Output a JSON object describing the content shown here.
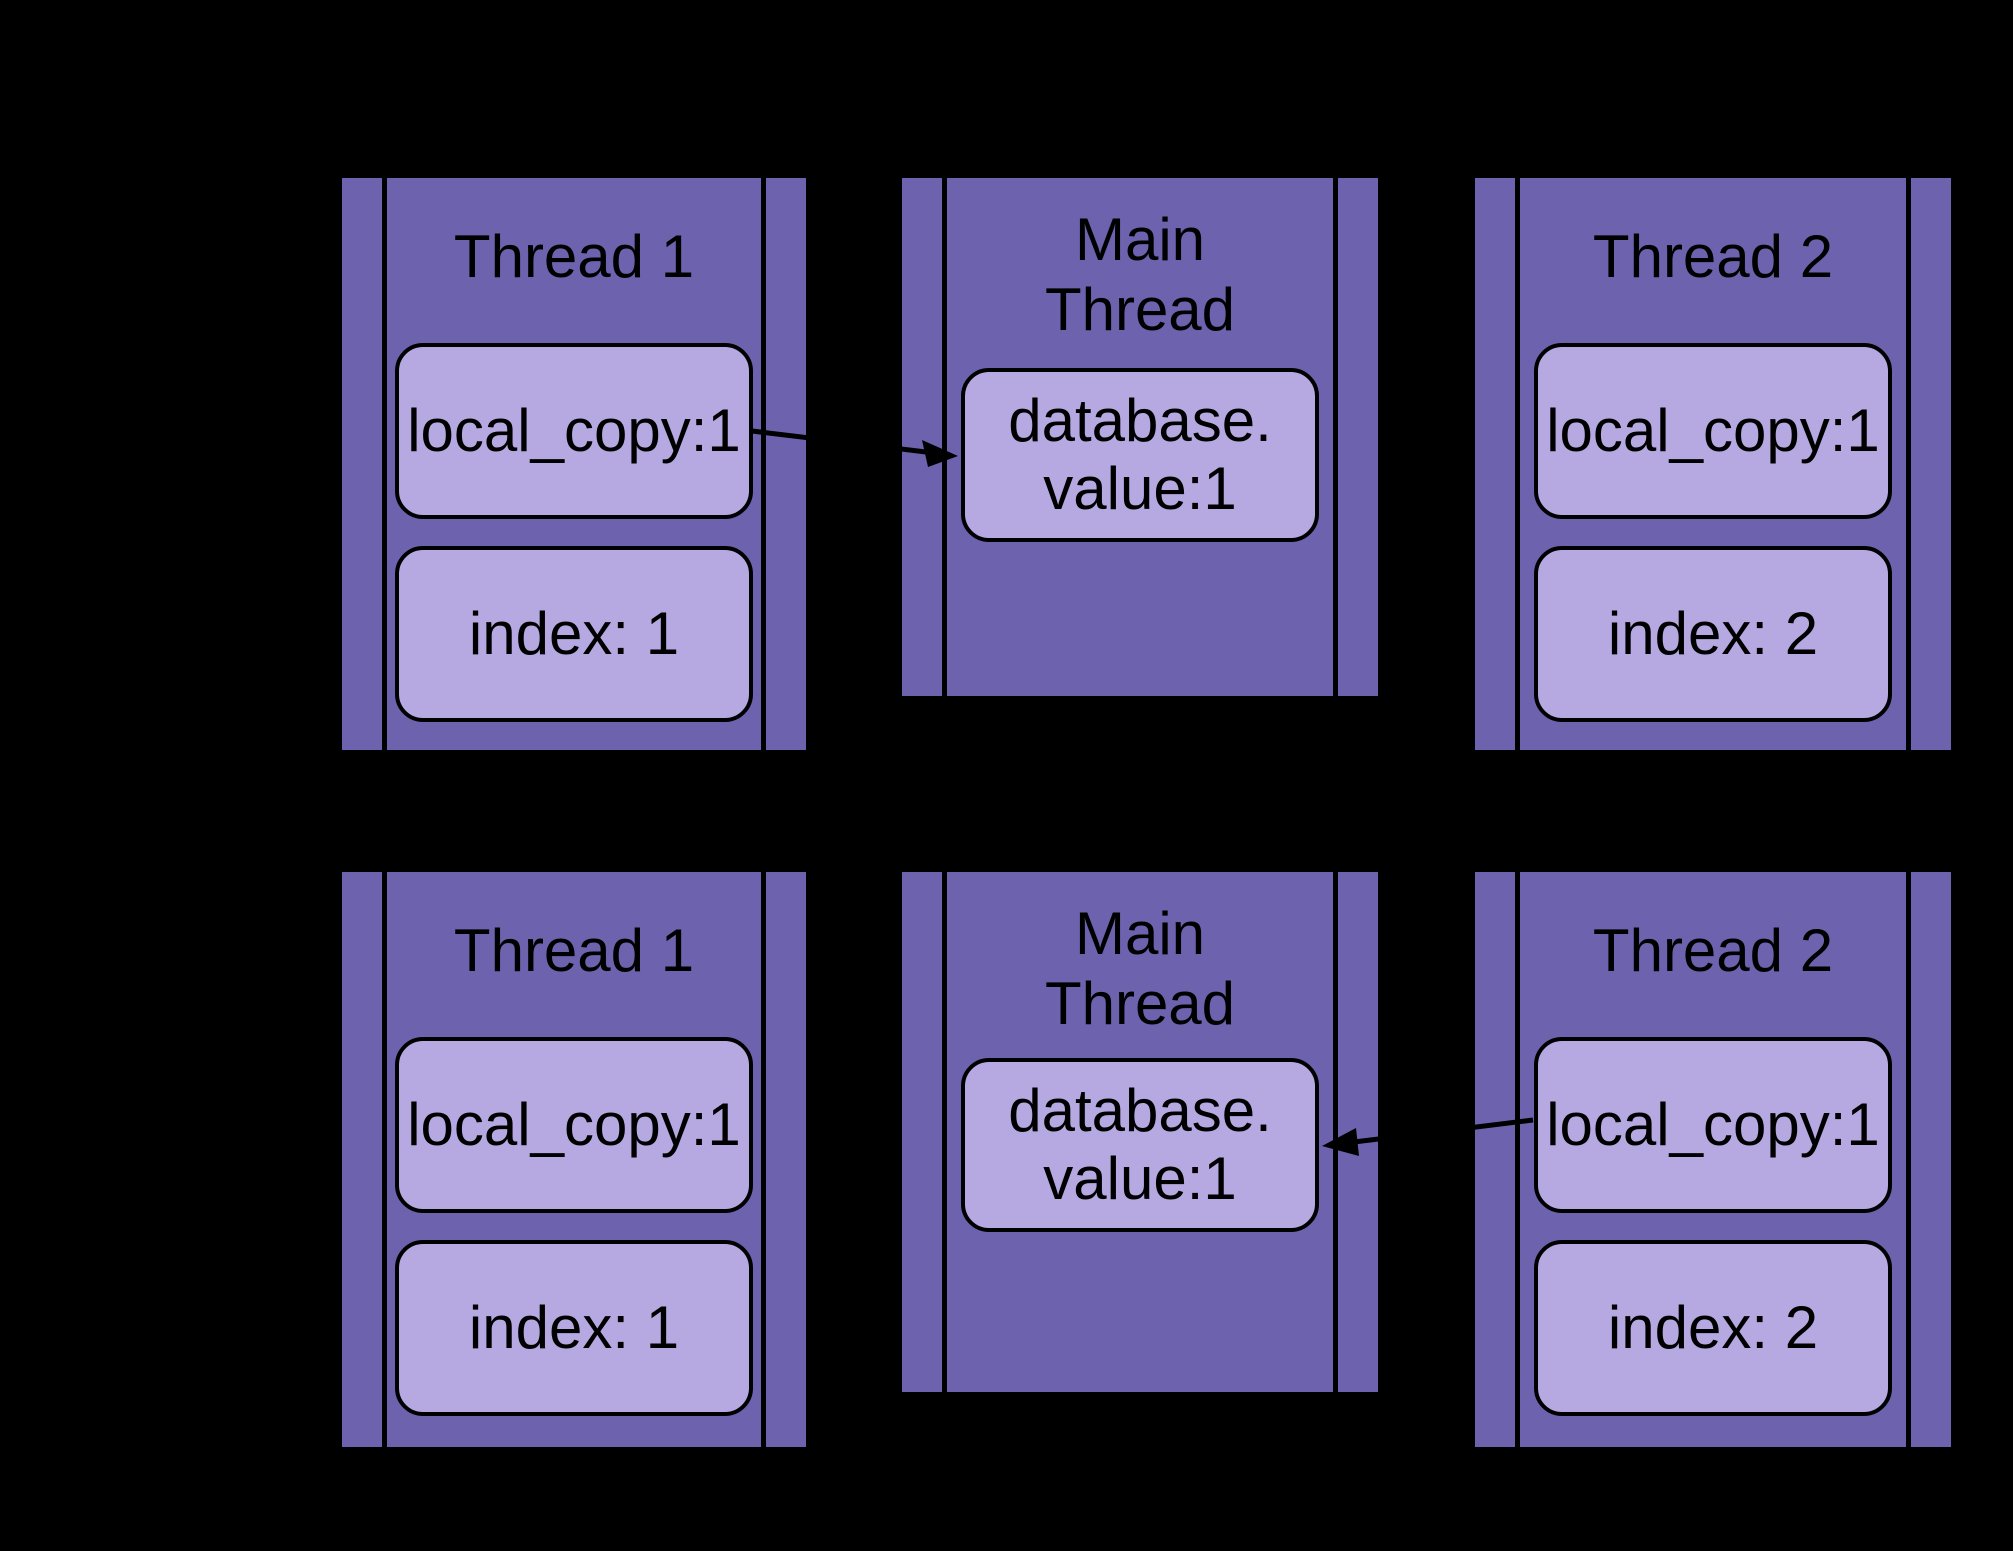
{
  "diagram": {
    "description": "Two snapshots of threads copying a shared value: each thread holds local_copy and index; the Main Thread holds database.value",
    "colors": {
      "background": "#000000",
      "panel": "#6c62ae",
      "node": "#b6a9e2",
      "line": "#000000",
      "text": "#000000"
    },
    "rows": [
      {
        "panels": [
          {
            "title_lines": [
              "Thread 1"
            ],
            "nodes": [
              {
                "lines": [
                  "local_copy:1"
                ]
              },
              {
                "lines": [
                  "index: 1"
                ]
              }
            ]
          },
          {
            "title_lines": [
              "Main",
              "Thread"
            ],
            "nodes": [
              {
                "lines": [
                  "database.",
                  "value:1"
                ]
              }
            ]
          },
          {
            "title_lines": [
              "Thread 2"
            ],
            "nodes": [
              {
                "lines": [
                  "local_copy:1"
                ]
              },
              {
                "lines": [
                  "index: 2"
                ]
              }
            ]
          }
        ],
        "arrow": {
          "from": "thread1.local_copy",
          "to": "main.database_value",
          "direction": "right"
        }
      },
      {
        "panels": [
          {
            "title_lines": [
              "Thread 1"
            ],
            "nodes": [
              {
                "lines": [
                  "local_copy:1"
                ]
              },
              {
                "lines": [
                  "index: 1"
                ]
              }
            ]
          },
          {
            "title_lines": [
              "Main",
              "Thread"
            ],
            "nodes": [
              {
                "lines": [
                  "database.",
                  "value:1"
                ]
              }
            ]
          },
          {
            "title_lines": [
              "Thread 2"
            ],
            "nodes": [
              {
                "lines": [
                  "local_copy:1"
                ]
              },
              {
                "lines": [
                  "index: 2"
                ]
              }
            ]
          }
        ],
        "arrow": {
          "from": "thread2.local_copy",
          "to": "main.database_value",
          "direction": "left"
        }
      }
    ]
  }
}
